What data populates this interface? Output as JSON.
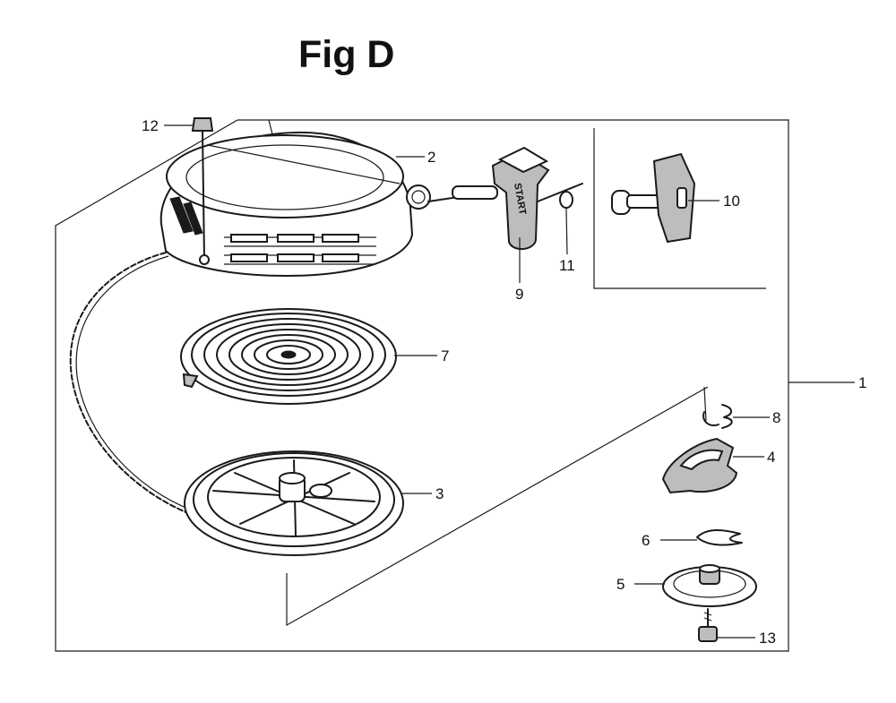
{
  "figure": {
    "title": "Fig D"
  },
  "callouts": [
    {
      "id": "1",
      "label": "1"
    },
    {
      "id": "2",
      "label": "2"
    },
    {
      "id": "3",
      "label": "3"
    },
    {
      "id": "4",
      "label": "4"
    },
    {
      "id": "5",
      "label": "5"
    },
    {
      "id": "6",
      "label": "6"
    },
    {
      "id": "7",
      "label": "7"
    },
    {
      "id": "8",
      "label": "8"
    },
    {
      "id": "9",
      "label": "9"
    },
    {
      "id": "10",
      "label": "10"
    },
    {
      "id": "11",
      "label": "11"
    },
    {
      "id": "12",
      "label": "12"
    },
    {
      "id": "13",
      "label": "13"
    }
  ],
  "parts": {
    "start_handle_text": "START"
  }
}
